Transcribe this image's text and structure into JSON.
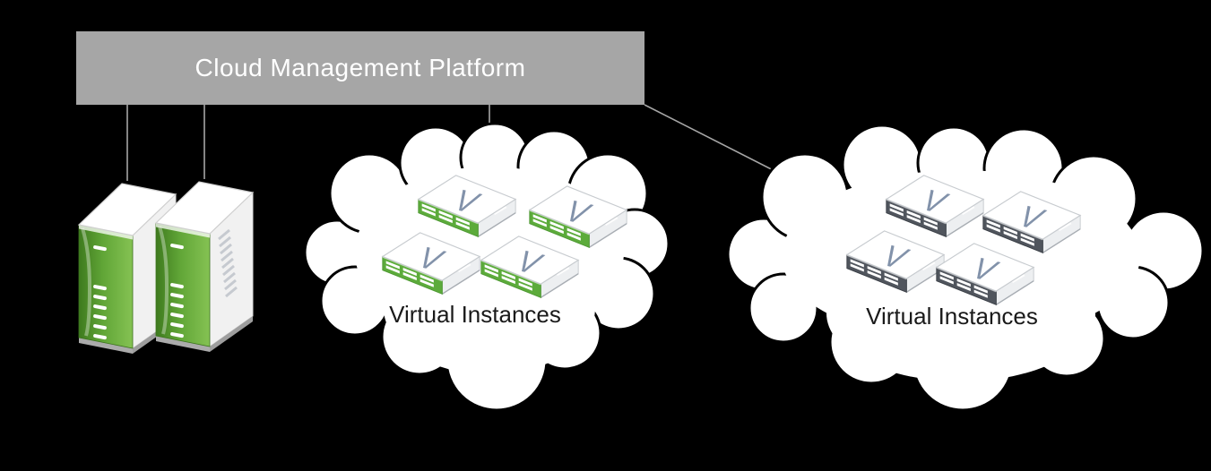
{
  "platform": {
    "label": "Cloud Management Platform"
  },
  "servers": {
    "tower_count": 2
  },
  "clouds": [
    {
      "label": "Virtual Instances",
      "vm_count": 4,
      "vm_style": "green"
    },
    {
      "label": "Virtual Instances",
      "vm_count": 4,
      "vm_style": "gray"
    }
  ],
  "vm_letter": "V",
  "colors": {
    "background": "#000000",
    "platform_bg": "#A6A6A6",
    "platform_text": "#FFFFFF",
    "connector": "#A6A6A6",
    "cloud_fill": "#FFFFFF",
    "cloud_stroke": "#000000",
    "cloud_label": "#1A1A1A",
    "vm_green": "#5CAB3B",
    "vm_green_edge": "#4E9933",
    "vm_gray": "#50555D",
    "vm_gray_edge": "#3A3F46",
    "vm_letter_color": "#8292AA",
    "server_green_dark": "#3E7A1E",
    "server_green_light": "#85C253"
  }
}
